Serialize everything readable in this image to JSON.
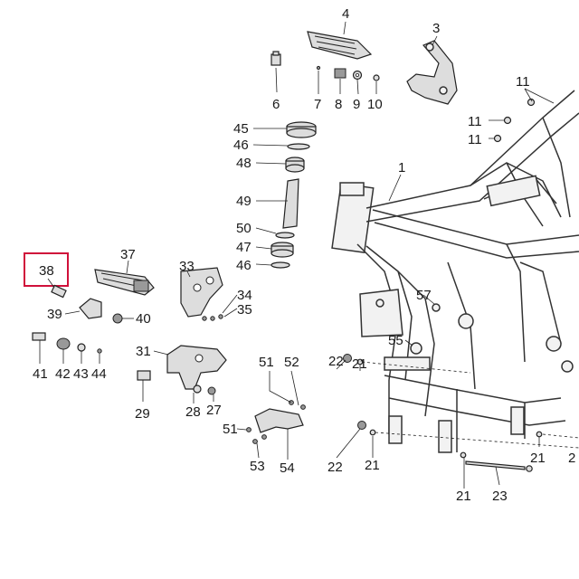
{
  "highlight_color": "#d0103a",
  "callouts": [
    {
      "id": "c4",
      "text": "4"
    },
    {
      "id": "c3",
      "text": "3"
    },
    {
      "id": "c6",
      "text": "6"
    },
    {
      "id": "c7",
      "text": "7"
    },
    {
      "id": "c8",
      "text": "8"
    },
    {
      "id": "c9",
      "text": "9"
    },
    {
      "id": "c10",
      "text": "10"
    },
    {
      "id": "c11a",
      "text": "11"
    },
    {
      "id": "c11b",
      "text": "11"
    },
    {
      "id": "c11c",
      "text": "11"
    },
    {
      "id": "c45",
      "text": "45"
    },
    {
      "id": "c46a",
      "text": "46"
    },
    {
      "id": "c48",
      "text": "48"
    },
    {
      "id": "c49",
      "text": "49"
    },
    {
      "id": "c50",
      "text": "50"
    },
    {
      "id": "c47",
      "text": "47"
    },
    {
      "id": "c46b",
      "text": "46"
    },
    {
      "id": "c1",
      "text": "1"
    },
    {
      "id": "c38",
      "text": "38"
    },
    {
      "id": "c37",
      "text": "37"
    },
    {
      "id": "c33",
      "text": "33"
    },
    {
      "id": "c34",
      "text": "34"
    },
    {
      "id": "c35",
      "text": "35"
    },
    {
      "id": "c39",
      "text": "39"
    },
    {
      "id": "c40",
      "text": "40"
    },
    {
      "id": "c57",
      "text": "57"
    },
    {
      "id": "c55",
      "text": "55"
    },
    {
      "id": "c41",
      "text": "41"
    },
    {
      "id": "c42",
      "text": "42"
    },
    {
      "id": "c43",
      "text": "43"
    },
    {
      "id": "c44",
      "text": "44"
    },
    {
      "id": "c31",
      "text": "31"
    },
    {
      "id": "c29",
      "text": "29"
    },
    {
      "id": "c28",
      "text": "28"
    },
    {
      "id": "c27",
      "text": "27"
    },
    {
      "id": "c51a",
      "text": "51"
    },
    {
      "id": "c52",
      "text": "52"
    },
    {
      "id": "c51b",
      "text": "51"
    },
    {
      "id": "c53",
      "text": "53"
    },
    {
      "id": "c54",
      "text": "54"
    },
    {
      "id": "c22a",
      "text": "22"
    },
    {
      "id": "c21a",
      "text": "21"
    },
    {
      "id": "c22b",
      "text": "22"
    },
    {
      "id": "c21b",
      "text": "21"
    },
    {
      "id": "c21c",
      "text": "21"
    },
    {
      "id": "c21d",
      "text": "21"
    },
    {
      "id": "c23",
      "text": "23"
    },
    {
      "id": "c2",
      "text": "2"
    }
  ]
}
